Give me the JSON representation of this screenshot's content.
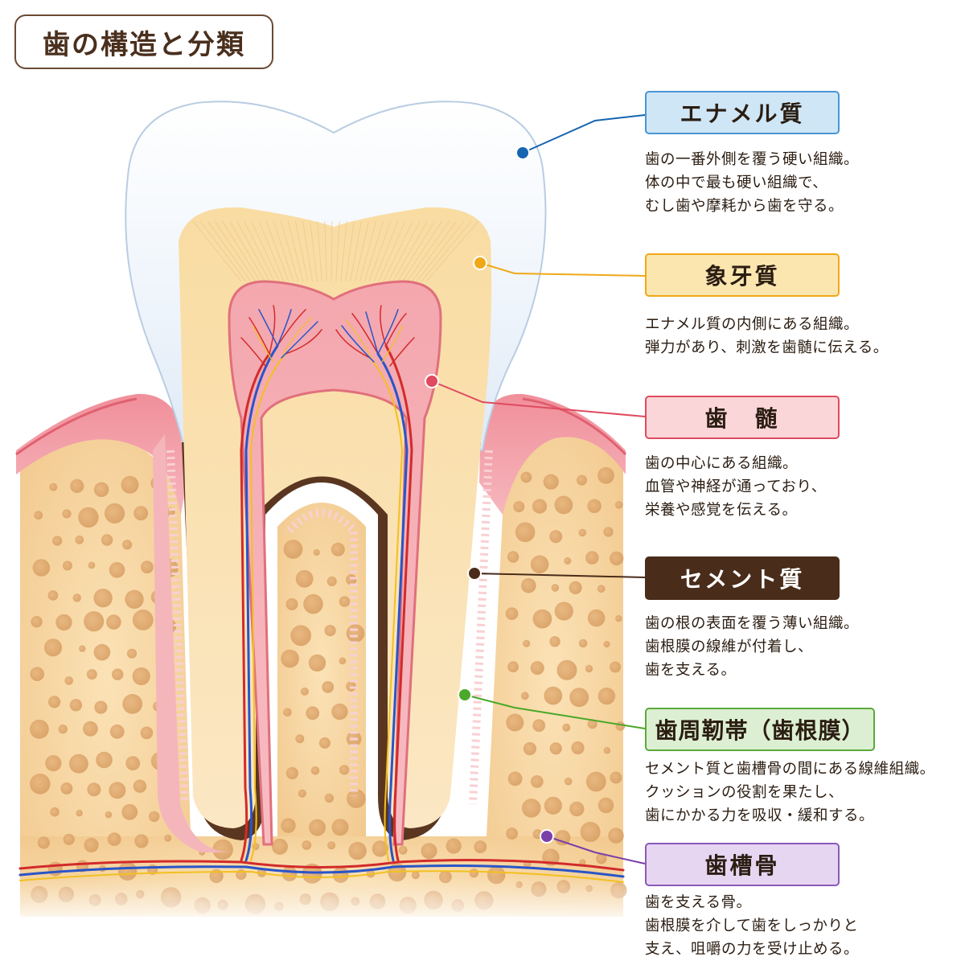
{
  "title": "歯の構造と分類",
  "structures": [
    {
      "id": "enamel",
      "label": "エナメル質",
      "desc": [
        "歯の一番外側を覆う硬い組織。",
        "体の中で最も硬い組織で、",
        "むし歯や摩耗から歯を守る。"
      ],
      "color": "#1565b0",
      "box_bg": "#cfe6f6",
      "box_border": "#4a96d4",
      "text_color": "#2b1d12"
    },
    {
      "id": "dentin",
      "label": "象牙質",
      "desc": [
        "エナメル質の内側にある組織。",
        "弾力があり、刺激を歯髄に伝える。"
      ],
      "color": "#f0a818",
      "box_bg": "#fbe6b0",
      "box_border": "#f0a818",
      "text_color": "#2b1d12"
    },
    {
      "id": "pulp",
      "label": "歯　髄",
      "desc": [
        "歯の中心にある組織。",
        "血管や神経が通っており、",
        "栄養や感覚を伝える。"
      ],
      "color": "#e04a5e",
      "box_bg": "#fbd6d9",
      "box_border": "#e04a5e",
      "text_color": "#2b1d12"
    },
    {
      "id": "cementum",
      "label": "セメント質",
      "desc": [
        "歯の根の表面を覆う薄い組織。",
        "歯根膜の線維が付着し、",
        "歯を支える。"
      ],
      "color": "#4a2c1a",
      "box_bg": "#4a2c1a",
      "box_border": "#4a2c1a",
      "text_color": "#ffffff"
    },
    {
      "id": "pdl",
      "label": "歯周靭帯（歯根膜）",
      "desc": [
        "セメント質と歯槽骨の間にある線維組織。",
        "クッションの役割を果たし、",
        "歯にかかる力を吸収・緩和する。"
      ],
      "color": "#4aa82a",
      "box_bg": "#dcefd2",
      "box_border": "#5aaa3a",
      "text_color": "#2b1d12"
    },
    {
      "id": "bone",
      "label": "歯槽骨",
      "desc": [
        "歯を支える骨。",
        "歯根膜を介して歯をしっかりと",
        "支え、咀嚼の力を受け止める。"
      ],
      "color": "#7a3fa8",
      "box_bg": "#e6d6f2",
      "box_border": "#8a5ab8",
      "text_color": "#2b1d12"
    }
  ]
}
